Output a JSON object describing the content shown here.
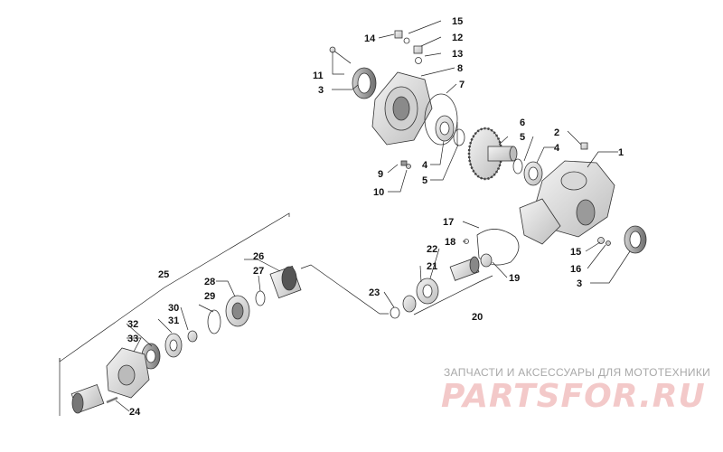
{
  "callouts": [
    {
      "n": "1"
    },
    {
      "n": "2"
    },
    {
      "n": "3"
    },
    {
      "n": "3"
    },
    {
      "n": "4"
    },
    {
      "n": "4"
    },
    {
      "n": "5"
    },
    {
      "n": "5"
    },
    {
      "n": "6"
    },
    {
      "n": "7"
    },
    {
      "n": "8"
    },
    {
      "n": "9"
    },
    {
      "n": "10"
    },
    {
      "n": "11"
    },
    {
      "n": "12"
    },
    {
      "n": "13"
    },
    {
      "n": "14"
    },
    {
      "n": "15"
    },
    {
      "n": "15"
    },
    {
      "n": "16"
    },
    {
      "n": "17"
    },
    {
      "n": "18"
    },
    {
      "n": "19"
    },
    {
      "n": "20"
    },
    {
      "n": "21"
    },
    {
      "n": "22"
    },
    {
      "n": "23"
    },
    {
      "n": "24"
    },
    {
      "n": "25"
    },
    {
      "n": "26"
    },
    {
      "n": "27"
    },
    {
      "n": "28"
    },
    {
      "n": "29"
    },
    {
      "n": "30"
    },
    {
      "n": "31"
    },
    {
      "n": "32"
    },
    {
      "n": "33"
    }
  ],
  "watermark": {
    "tagline": "ЗАПЧАСТИ И АКСЕССУАРЫ ДЛЯ МОТОТЕХНИКИ",
    "logo": "PARTSFOR.RU"
  },
  "colors": {
    "part_fill": "#e6e6e6",
    "part_dark": "#9a9a9a",
    "watermark_text": "#a8a8a8",
    "watermark_logo": "#f3c9c9"
  }
}
